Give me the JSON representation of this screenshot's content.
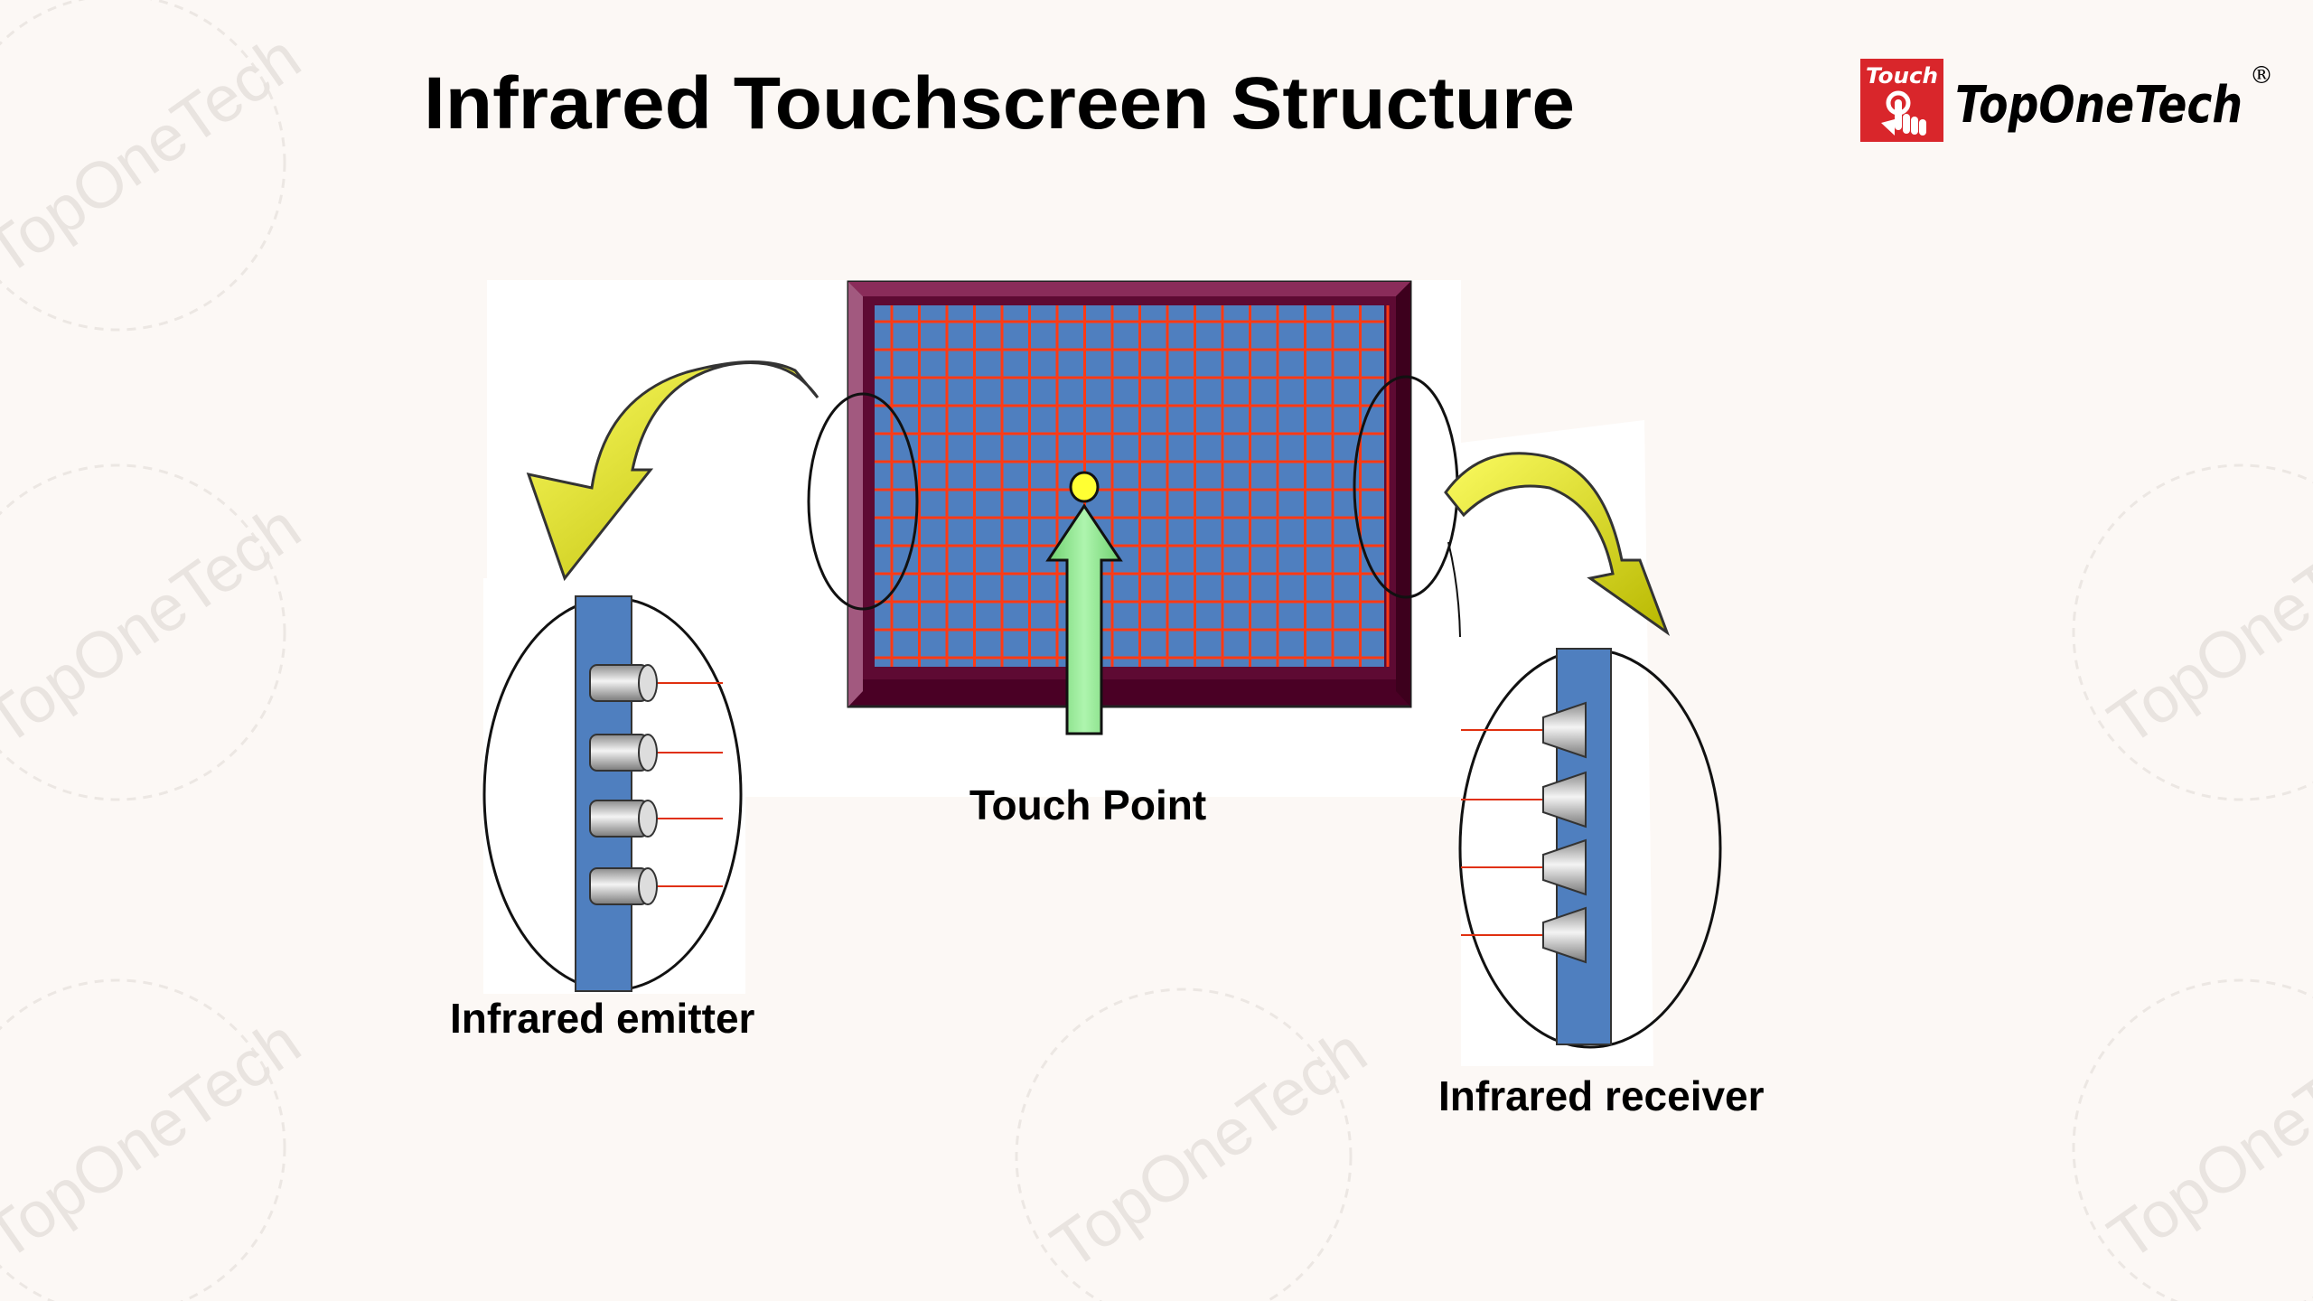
{
  "title": "Infrared Touchscreen Structure",
  "logo": {
    "badge_text": "Touch",
    "brand": "TopOneTech",
    "registered": "®"
  },
  "watermark": "TopOneTech",
  "labels": {
    "touch_point": "Touch Point",
    "emitter": "Infrared emitter",
    "receiver": "Infrared receiver"
  },
  "colors": {
    "screen_blue": "#4f7fbf",
    "grid_red": "#ff3a14",
    "frame": "#6b0f3a",
    "arrow_green": "#8fe88f",
    "touch_dot": "#ffff33",
    "curve_arrow": "#d8d800",
    "brand_red": "#d9262b"
  }
}
